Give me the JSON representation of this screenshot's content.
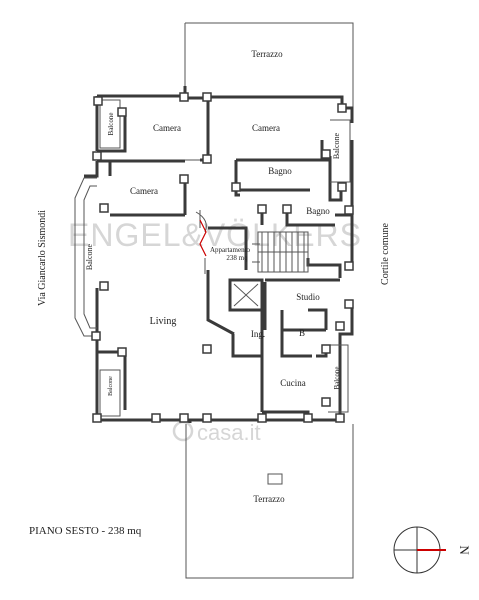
{
  "plan": {
    "rooms": {
      "terrazzo_top": "Terrazzo",
      "balcone_top_left": "Balcone",
      "camera_1": "Camera",
      "camera_2": "Camera",
      "balcone_right_top": "Balcone",
      "bagno_1": "Bagno",
      "camera_3": "Camera",
      "bagno_2": "Bagno",
      "balcone_left": "Balcone",
      "studio": "Studio",
      "living": "Living",
      "ingresso": "Ing.",
      "bagno_small": "B",
      "cucina": "Cucina",
      "balcone_right_bottom": "Balcone",
      "balcone_bottom_left": "Balcone",
      "terrazzo_bottom": "Terrazzo"
    },
    "street_label": "Via Giancarlo Sismondi",
    "courtyard_label": "Cortile comune",
    "apartment_label_line1": "Appartamento",
    "apartment_label_line2": "238 mq",
    "floor_caption": "PIANO SESTO - 238 mq",
    "watermark_brand": "ENGEL&VÖLKERS",
    "watermark_site": "casa.it",
    "compass_letter": "N",
    "accent_color": "#cc0000"
  }
}
